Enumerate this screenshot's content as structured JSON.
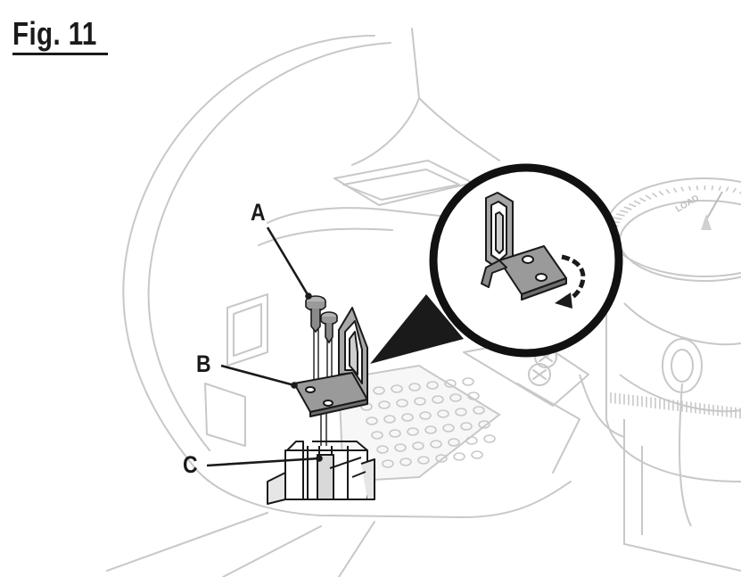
{
  "figure": {
    "title": "Fig. 11"
  },
  "callouts": [
    {
      "id": "A"
    },
    {
      "id": "B"
    },
    {
      "id": "C"
    }
  ],
  "spool_cap_text": "LOAD",
  "colors": {
    "ink": "#1a1a1a",
    "ghost_line": "#c8c8c8",
    "part_fill": "#9a9a9a",
    "part_light": "#e6e6e6"
  }
}
